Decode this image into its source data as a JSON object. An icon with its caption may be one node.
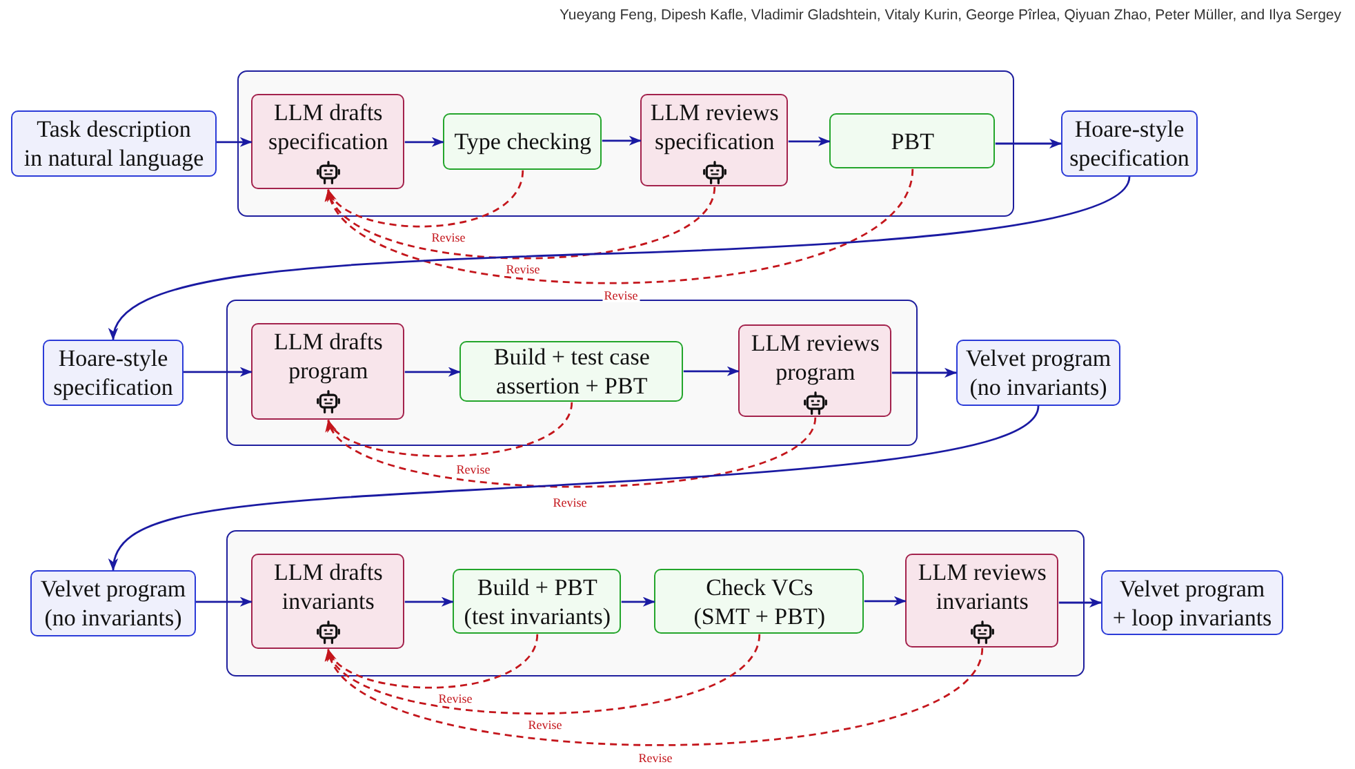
{
  "diagram": {
    "nodes": [
      {
        "text": [
          "Task description in natural language"
        ]
      },
      {
        "text": [],
        "shape": "box"
      },
      {
        "text": [
          "LLM drafts specification"
        ],
        "in": 1
      },
      {
        "text": [
          "Type checking"
        ],
        "in": 1
      },
      {
        "text": [
          "LLM reviews specification"
        ],
        "in": 1
      },
      {
        "text": [
          "PBT"
        ],
        "in": 1
      },
      {
        "text": [
          "Hoare-style specification"
        ]
      },
      {
        "text": [
          "Hoare-style specification"
        ]
      },
      {
        "text": [],
        "shape": "box"
      },
      {
        "text": [
          "LLM drafts program"
        ],
        "in": 8
      },
      {
        "text": [
          "Build + test case assertion + PBT"
        ],
        "in": 8
      },
      {
        "text": [
          "LLM reviews program"
        ],
        "in": 8
      },
      {
        "text": [
          "Velvet program (no invariants)"
        ]
      },
      {
        "text": [
          "Velvet program (no invariants)"
        ]
      },
      {
        "text": [],
        "shape": "box"
      },
      {
        "text": [
          "LLM drafts invariants"
        ],
        "in": 14
      },
      {
        "text": [
          "Build + PBT (test invariants)"
        ],
        "in": 14
      },
      {
        "text": [
          "Check VCs (SMT + PBT)"
        ],
        "in": 14
      },
      {
        "text": [
          "LLM reviews invariants"
        ],
        "in": 14
      },
      {
        "text": [
          "Velvet program + loop invariants"
        ]
      }
    ],
    "edges": [
      {
        "from": 0,
        "to": 2,
        "arrow": "to"
      },
      {
        "from": 2,
        "to": 3,
        "arrow": "to"
      },
      {
        "from": 3,
        "to": 4,
        "arrow": "to"
      },
      {
        "from": 4,
        "to": 5,
        "arrow": "to"
      },
      {
        "from": 5,
        "to": 6,
        "arrow": "to"
      },
      {
        "from": 3,
        "to": 2,
        "arrow": "to",
        "label": "Revise",
        "style": "dashed",
        "color": "#c4161c"
      },
      {
        "from": 4,
        "to": 2,
        "arrow": "to",
        "label": "Revise",
        "style": "dashed",
        "color": "#c4161c"
      },
      {
        "from": 5,
        "to": 2,
        "arrow": "to",
        "label": "Revise",
        "style": "dashed",
        "color": "#c4161c"
      },
      {
        "from": 6,
        "to": 7,
        "arrow": "to"
      },
      {
        "from": 7,
        "to": 9,
        "arrow": "to"
      },
      {
        "from": 9,
        "to": 10,
        "arrow": "to"
      },
      {
        "from": 10,
        "to": 11,
        "arrow": "to"
      },
      {
        "from": 11,
        "to": 12,
        "arrow": "to"
      },
      {
        "from": 10,
        "to": 9,
        "arrow": "to",
        "label": "Revise",
        "style": "dashed",
        "color": "#c4161c"
      },
      {
        "from": 11,
        "to": 9,
        "arrow": "to",
        "label": "Revise",
        "style": "dashed",
        "color": "#c4161c"
      },
      {
        "from": 12,
        "to": 13,
        "arrow": "to"
      },
      {
        "from": 13,
        "to": 15,
        "arrow": "to"
      },
      {
        "from": 15,
        "to": 16,
        "arrow": "to"
      },
      {
        "from": 16,
        "to": 17,
        "arrow": "to"
      },
      {
        "from": 17,
        "to": 18,
        "arrow": "to"
      },
      {
        "from": 18,
        "to": 19,
        "arrow": "to"
      },
      {
        "from": 16,
        "to": 15,
        "arrow": "to",
        "label": "Revise",
        "style": "dashed",
        "color": "#c4161c"
      },
      {
        "from": 17,
        "to": 15,
        "arrow": "to",
        "label": "Revise",
        "style": "dashed",
        "color": "#c4161c"
      },
      {
        "from": 18,
        "to": 15,
        "arrow": "to",
        "label": "Revise",
        "style": "dashed",
        "color": "#c4161c"
      }
    ],
    "labels": [
      "Yueyang Feng, Dipesh Kafle, Vladimir Gladshtein, Vitaly Kurin, George Pîrlea, Qiyuan Zhao, Peter Müller, and Ilya Sergey"
    ]
  }
}
